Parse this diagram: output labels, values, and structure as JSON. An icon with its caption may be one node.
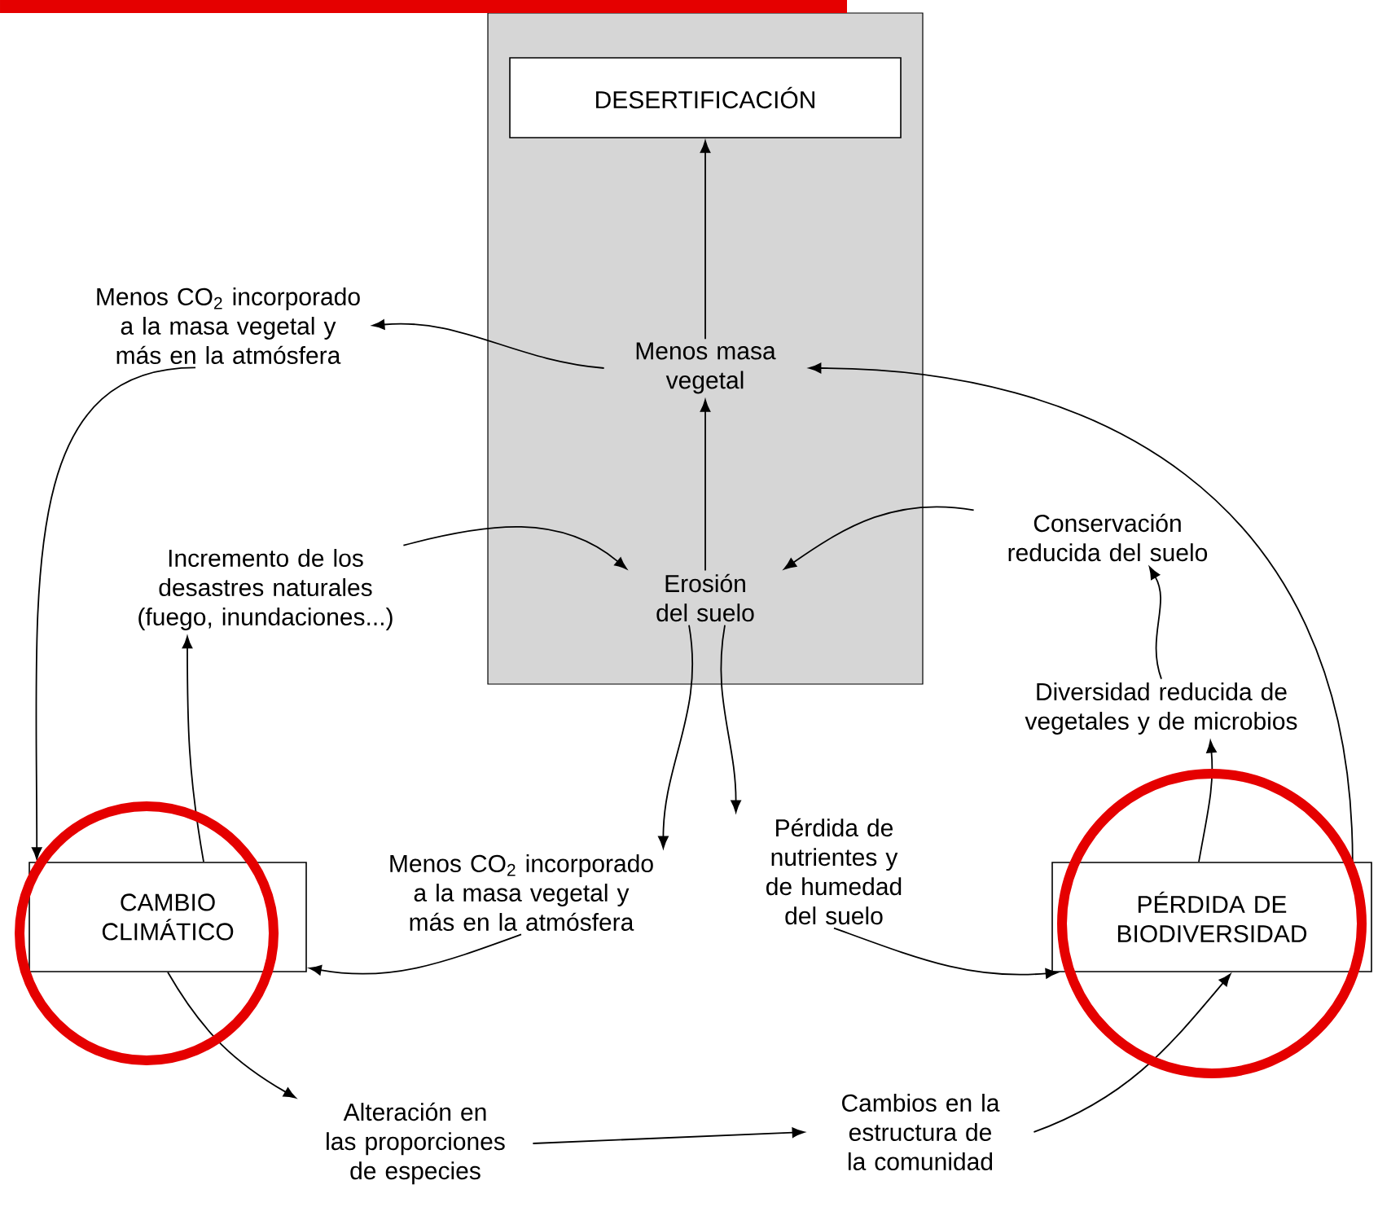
{
  "diagram": {
    "nodes": [
      {
        "text": [],
        "shape": "box"
      },
      {
        "text": [
          "DESERTIFICACIÓN"
        ],
        "in": 0
      },
      {
        "text": [
          "Menos masa vegetal"
        ],
        "in": 0
      },
      {
        "text": [
          "Erosión del suelo"
        ],
        "in": 0
      },
      {
        "text": [
          "Menos CO$_{2}$ incorporado a la masa vegetal y más en la atmósfera"
        ]
      },
      {
        "text": [
          "Incremento de los desastres naturales (fuego, inundaciones...)"
        ]
      },
      {
        "text": [
          "Conservación reducida del suelo"
        ]
      },
      {
        "text": [
          "Diversidad reducida de vegetales y de microbios"
        ]
      },
      {
        "text": [
          "CAMBIO CLIMÁTICO"
        ]
      },
      {
        "text": [
          "Menos CO$_{2}$ incorporado a la masa vegetal y más en la atmósfera"
        ]
      },
      {
        "text": [
          "Pérdida de nutrientes y de humedad del suelo"
        ]
      },
      {
        "text": [
          "PÉRDIDA DE BIODIVERSIDAD"
        ]
      },
      {
        "text": [
          "Alteración en las proporciones de especies"
        ]
      },
      {
        "text": [
          "Cambios en la estructura de la comunidad"
        ]
      }
    ],
    "edges": [
      {
        "from": 2,
        "to": 1,
        "arrow": "to"
      },
      {
        "from": 3,
        "to": 2,
        "arrow": "to"
      },
      {
        "from": 2,
        "to": 4,
        "arrow": "to"
      },
      {
        "from": 11,
        "to": 2,
        "arrow": "to"
      },
      {
        "from": 4,
        "to": 8,
        "arrow": "to"
      },
      {
        "from": 8,
        "to": 5,
        "arrow": "to"
      },
      {
        "from": 5,
        "to": 3,
        "arrow": "to"
      },
      {
        "from": 6,
        "to": 3,
        "arrow": "to"
      },
      {
        "from": 7,
        "to": 6,
        "arrow": "to"
      },
      {
        "from": 11,
        "to": 7,
        "arrow": "to"
      },
      {
        "from": 3,
        "to": 9,
        "arrow": "to"
      },
      {
        "from": 3,
        "to": 10,
        "arrow": "to"
      },
      {
        "from": 9,
        "to": 8,
        "arrow": "to"
      },
      {
        "from": 10,
        "to": 11,
        "arrow": "to"
      },
      {
        "from": 8,
        "to": 12,
        "arrow": "to"
      },
      {
        "from": 12,
        "to": 13,
        "arrow": "to"
      },
      {
        "from": 13,
        "to": 11,
        "arrow": "to"
      }
    ]
  }
}
